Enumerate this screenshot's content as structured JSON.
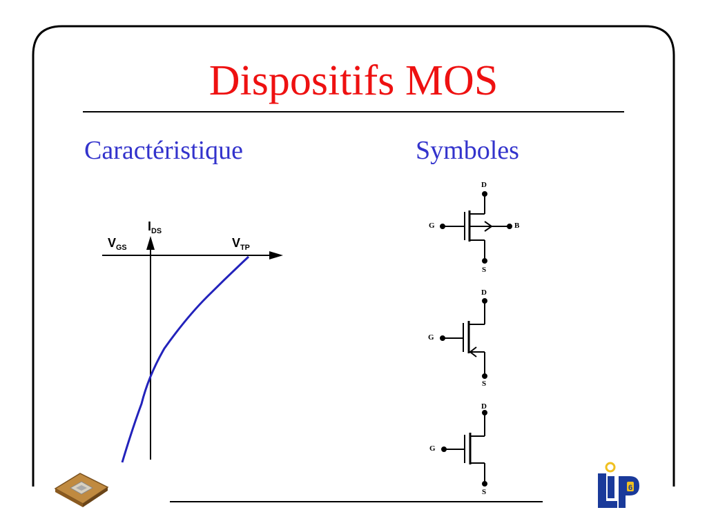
{
  "slide": {
    "title": "Dispositifs MOS",
    "left_heading": "Caractéristique",
    "right_heading": "Symboles"
  },
  "plot": {
    "y_axis_label": "I",
    "y_axis_sub": "DS",
    "x_left_label": "V",
    "x_left_sub": "GS",
    "x_right_label": "V",
    "x_right_sub": "TP",
    "curve_color": "#2222bb"
  },
  "symbols": [
    {
      "d": "D",
      "g": "G",
      "s": "S",
      "b": "B"
    },
    {
      "d": "D",
      "g": "G",
      "s": "S"
    },
    {
      "d": "D",
      "g": "G",
      "s": "S"
    }
  ],
  "colors": {
    "title": "#ee1111",
    "headings": "#3333cc",
    "logo": "#1a3a9a",
    "logo_badge": "#f0c020"
  },
  "icons": {
    "left": "chip-icon",
    "right": "lip6-logo"
  }
}
